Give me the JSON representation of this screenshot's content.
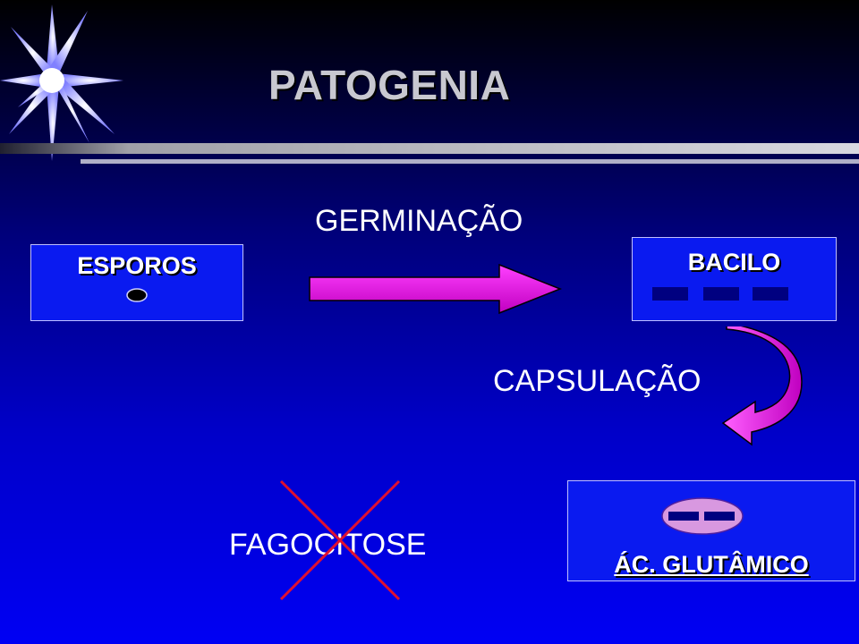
{
  "slide": {
    "title": "PATOGENIA",
    "steps": {
      "germination": "GERMINAÇÃO",
      "capsulation": "CAPSULAÇÃO",
      "phagocytosis": "FAGOCITOSE"
    },
    "boxes": {
      "spores": "ESPOROS",
      "bacillus": "BACILO",
      "glutamic_acid": "ÁC. GLUTÂMICO"
    }
  },
  "colors": {
    "arrow": "#e010d8",
    "cross": "#e01030",
    "box_fill": "#0a1af0",
    "cell_fill": "#000080"
  }
}
